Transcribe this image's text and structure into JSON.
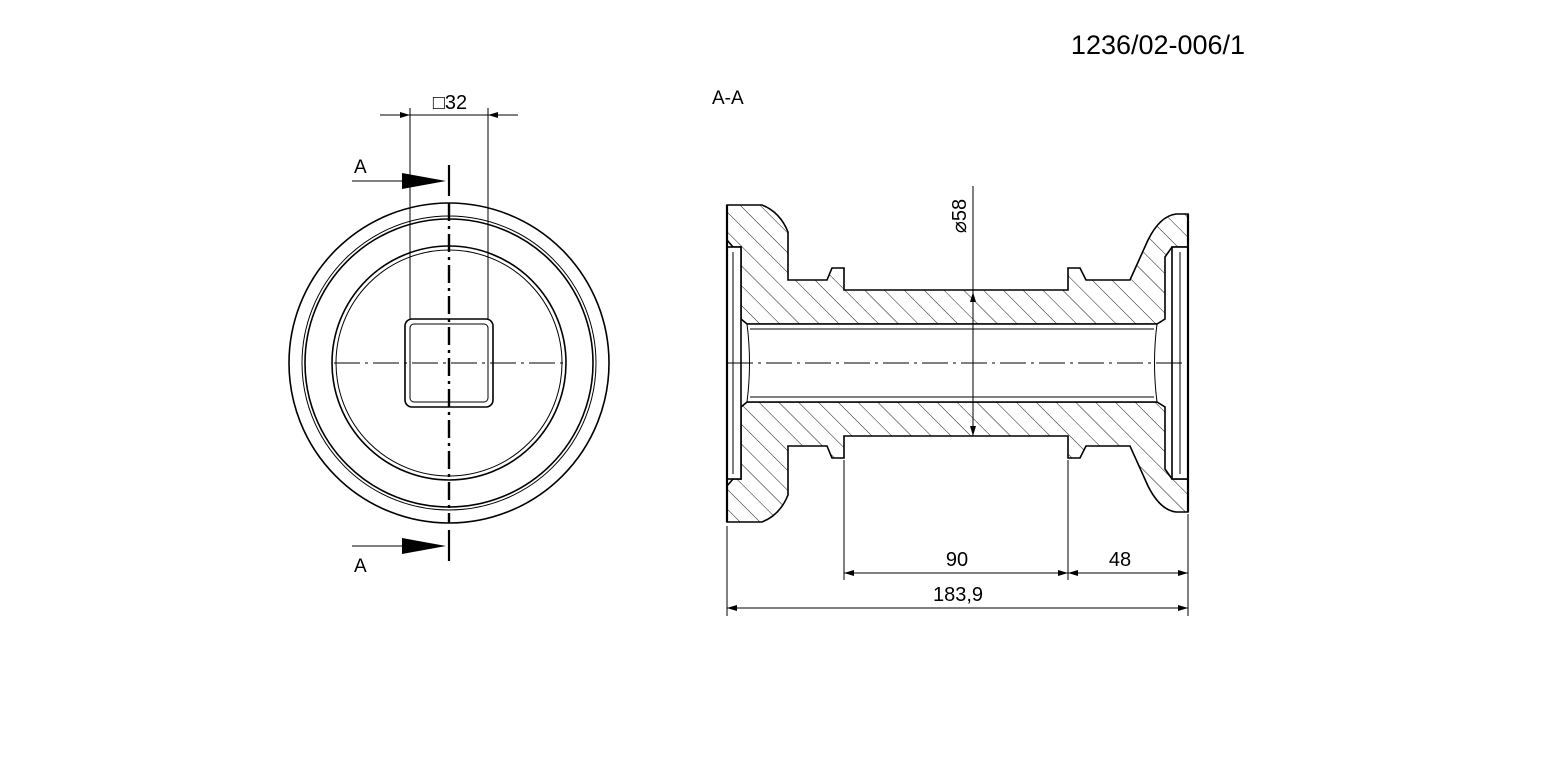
{
  "drawing_number": "1236/02-006/1",
  "section_label": "A-A",
  "front_view": {
    "square_dim": "□32",
    "cut_label_top": "A",
    "cut_label_bottom": "A"
  },
  "section_view": {
    "diameter_dim": "⌀58",
    "dim_center_length": "90",
    "dim_end_length": "48",
    "dim_overall_length": "183,9"
  },
  "colors": {
    "line": "#000000",
    "background": "#ffffff"
  }
}
